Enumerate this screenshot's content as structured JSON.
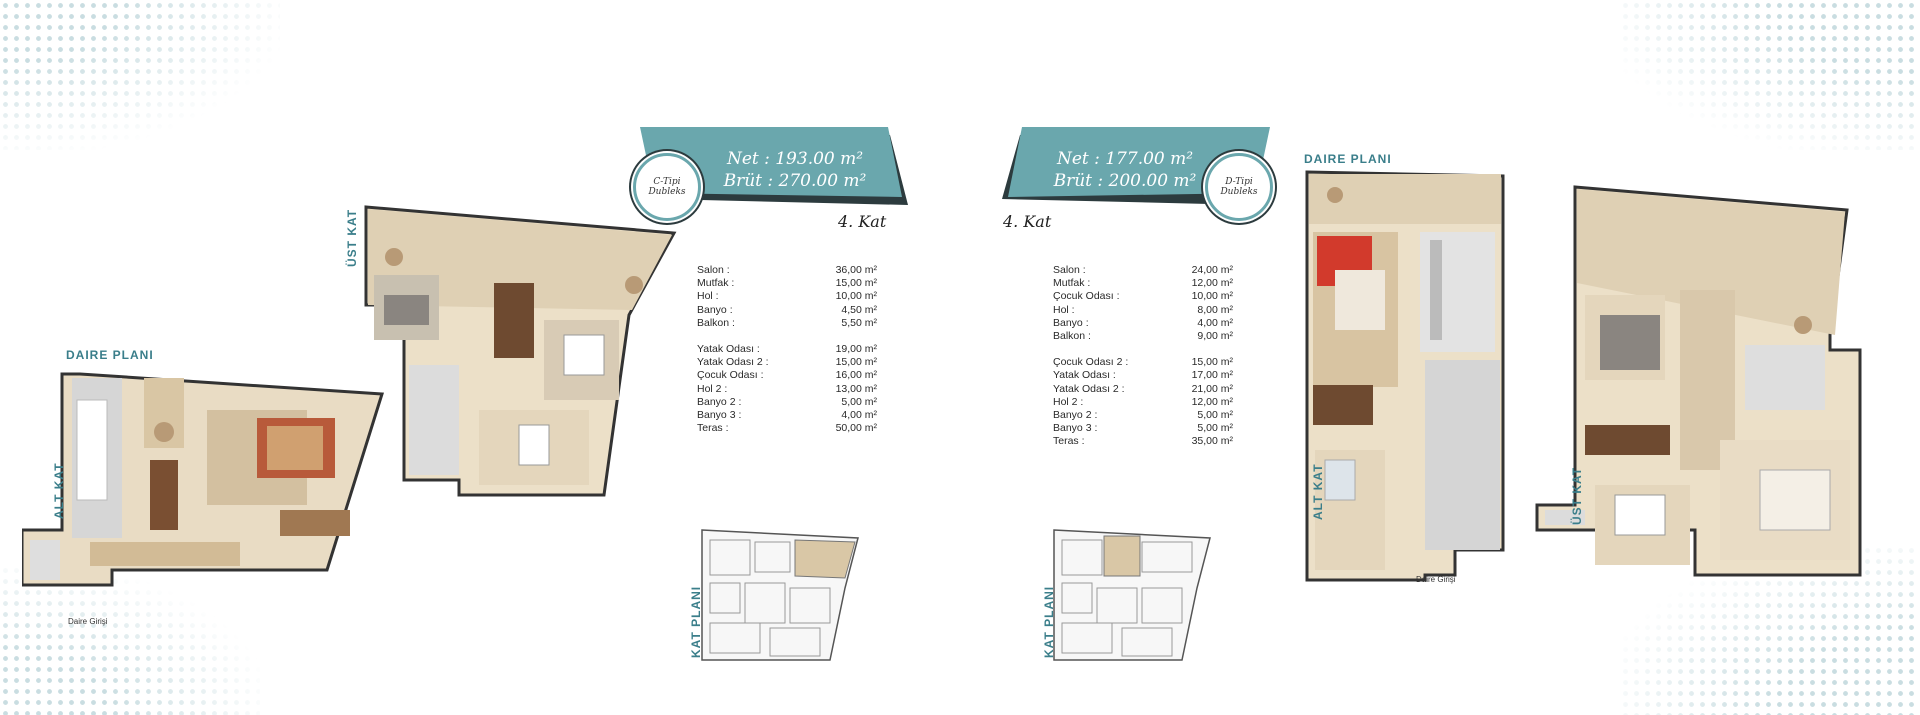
{
  "left": {
    "banner": {
      "net": "Net : 193.00 m²",
      "brut": "Brüt : 270.00 m²"
    },
    "badge": [
      "C-Tipi",
      "Dubleks"
    ],
    "kat": "4. Kat",
    "daire_plani": "DAIRE PLANI",
    "ust_kat": "ÜST KAT",
    "alt_kat": "ALT KAT",
    "entrance": "Daire Girişi",
    "kat_plani": "KAT PLANI",
    "specs_top": [
      {
        "name": "Salon :",
        "value": "36,00 m²"
      },
      {
        "name": "Mutfak :",
        "value": "15,00 m²"
      },
      {
        "name": "Hol :",
        "value": "10,00 m²"
      },
      {
        "name": "Banyo :",
        "value": "4,50 m²"
      },
      {
        "name": "Balkon :",
        "value": "5,50 m²"
      }
    ],
    "specs_bottom": [
      {
        "name": "Yatak Odası :",
        "value": "19,00 m²"
      },
      {
        "name": "Yatak Odası 2 :",
        "value": "15,00 m²"
      },
      {
        "name": "Çocuk Odası :",
        "value": "16,00 m²"
      },
      {
        "name": "Hol 2 :",
        "value": "13,00 m²"
      },
      {
        "name": "Banyo 2 :",
        "value": "5,00 m²"
      },
      {
        "name": "Banyo 3 :",
        "value": "4,00 m²"
      },
      {
        "name": "Teras :",
        "value": "50,00 m²"
      }
    ]
  },
  "right": {
    "banner": {
      "net": "Net : 177.00 m²",
      "brut": "Brüt : 200.00 m²"
    },
    "badge": [
      "D-Tipi",
      "Dubleks"
    ],
    "kat": "4. Kat",
    "daire_plani": "DAIRE PLANI",
    "ust_kat": "ÜST KAT",
    "alt_kat": "ALT KAT",
    "entrance": "Daire Girişi",
    "kat_plani": "KAT PLANI",
    "specs_top": [
      {
        "name": "Salon :",
        "value": "24,00 m²"
      },
      {
        "name": "Mutfak :",
        "value": "12,00 m²"
      },
      {
        "name": "Çocuk Odası :",
        "value": "10,00 m²"
      },
      {
        "name": "Hol :",
        "value": "8,00 m²"
      },
      {
        "name": "Banyo :",
        "value": "4,00 m²"
      },
      {
        "name": "Balkon :",
        "value": "9,00 m²"
      }
    ],
    "specs_bottom": [
      {
        "name": "Çocuk Odası 2 :",
        "value": "15,00 m²"
      },
      {
        "name": "Yatak Odası :",
        "value": "17,00 m²"
      },
      {
        "name": "Yatak Odası 2 :",
        "value": "21,00 m²"
      },
      {
        "name": "Hol 2 :",
        "value": "12,00 m²"
      },
      {
        "name": "Banyo 2 :",
        "value": "5,00 m²"
      },
      {
        "name": "Banyo 3 :",
        "value": "5,00 m²"
      },
      {
        "name": "Teras :",
        "value": "35,00 m²"
      }
    ]
  },
  "colors": {
    "teal": "#6aa7ad",
    "dark": "#2c3b3e",
    "wood": "#d8c2a0",
    "tile": "#c9c9c9",
    "label": "#3a7e8a"
  }
}
